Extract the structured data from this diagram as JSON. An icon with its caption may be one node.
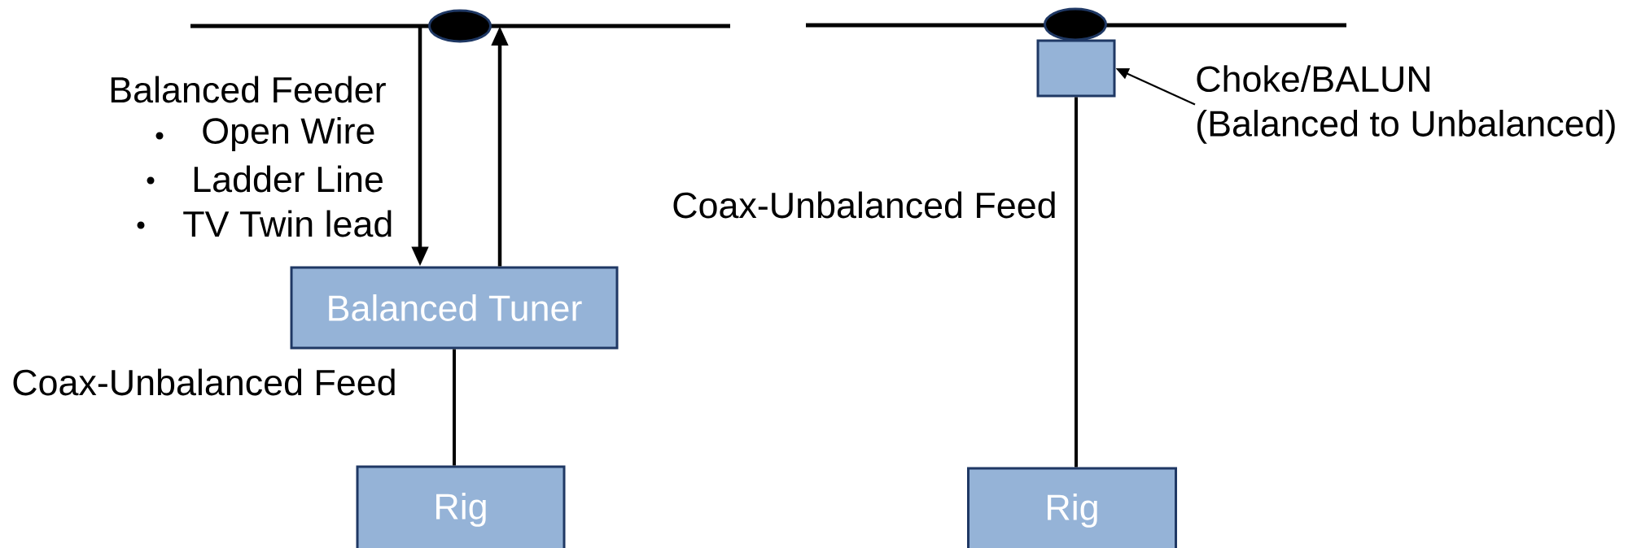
{
  "diagram": {
    "nodes": [
      {
        "text": [],
        "shape": "ellipse"
      },
      {
        "text": [
          "Balanced Tuner"
        ]
      },
      {
        "text": [
          "Rig"
        ]
      },
      {
        "text": [],
        "shape": "ellipse"
      },
      {
        "text": [],
        "shape": "box"
      },
      {
        "text": [
          "Rig"
        ]
      },
      {
        "text": [
          "Choke/BALUN",
          "(Balanced to Unbalanced)"
        ]
      }
    ],
    "edges": [
      {
        "from": 0,
        "to": 1,
        "arrow": "to"
      },
      {
        "from": 1,
        "to": 0,
        "arrow": "to"
      },
      {
        "from": 1,
        "to": 2,
        "arrow": "none"
      },
      {
        "from": 4,
        "to": 5,
        "arrow": "none"
      },
      {
        "from": 6,
        "to": 4,
        "arrow": "to"
      }
    ],
    "labels": [
      "Balanced Feeder",
      "Open Wire",
      "Ladder Line",
      "TV Twin lead",
      "Coax-Unbalanced Feed",
      "Coax-Unbalanced Feed"
    ]
  }
}
